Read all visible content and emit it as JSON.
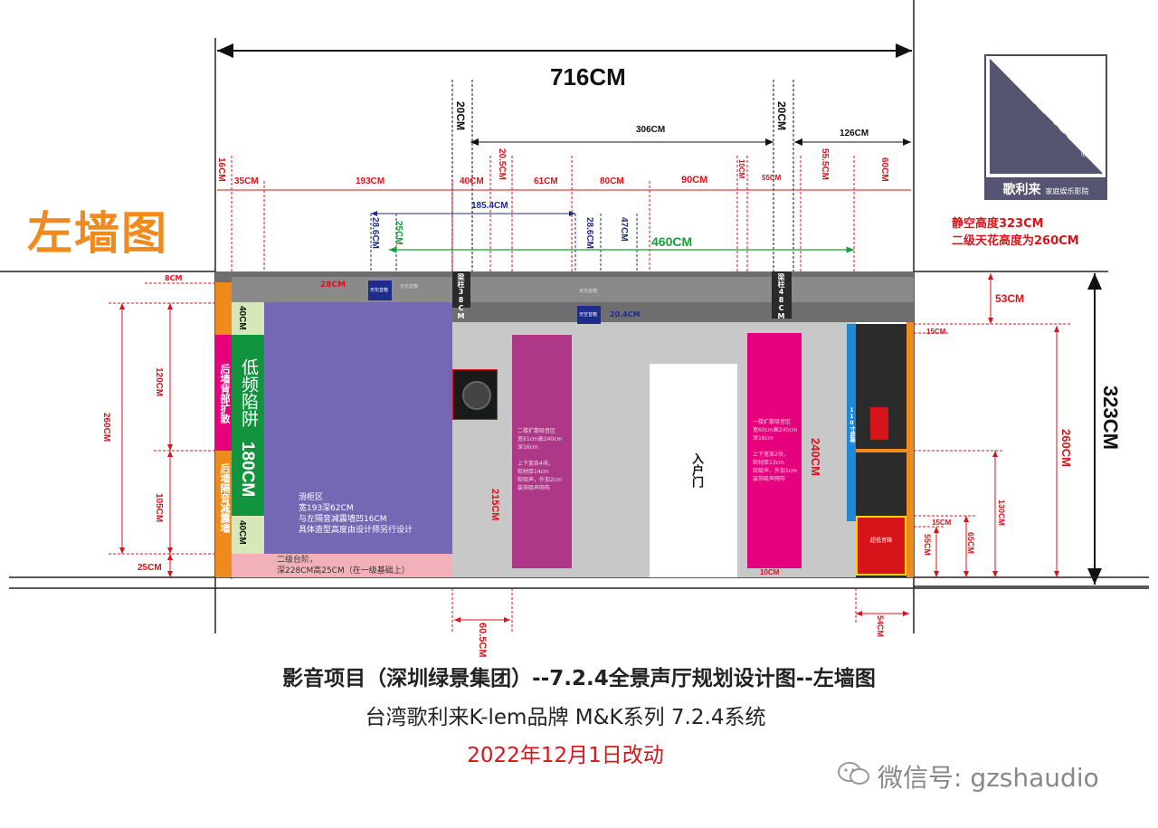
{
  "page_title": "左墙图",
  "top_dims": {
    "total_width": "716CM",
    "seg_306": "306CM",
    "seg_126": "126CM",
    "beam_20_left": "20CM",
    "beam_20_right": "20CM",
    "row": [
      "16CM",
      "35CM",
      "193CM",
      "40CM",
      "20.5CM",
      "61CM",
      "80CM",
      "90CM",
      "10CM",
      "55CM",
      "55.5CM",
      "60CM"
    ],
    "blue_185": "185.4CM",
    "blue_286_left": "28.6CM",
    "green_25": "25CM",
    "blue_286_right": "28.6CM",
    "blue_47": "47CM",
    "green_460": "460CM"
  },
  "ceiling_note": {
    "line1": "静空高度323CM",
    "line2": "二级天花高度为260CM"
  },
  "logo": {
    "mark": "K-LEM",
    "registered": "®",
    "brand_cn": "歌利来",
    "tagline": "家庭娱乐影院"
  },
  "wall": {
    "ceiling_strip_8": "8CM",
    "ceiling_28": "28CM",
    "ceiling_53": "53CM",
    "ceiling_speaker_label": "天花音箱",
    "ceiling_speaker_small": "天花音箱",
    "ceiling_speaker_right": "天空音箱",
    "ceiling_speaker_right_small": "天花音箱",
    "dim_204": "20.4CM",
    "beam_left": "梁柱38CM",
    "beam_right": "梁柱48CM",
    "rear_diffuse": "后墙背部扩散",
    "rear_absorb": "后墙隔音减震墙",
    "top_40": "40CM",
    "bottom_40": "40CM",
    "bass_trap": "低频陷阱",
    "bass_trap_h": "180CM",
    "left_260": "260CM",
    "left_120": "120CM",
    "left_105": "105CM",
    "left_25": "25CM",
    "sliding_zone": [
      "滑柜区",
      "宽193深62CM",
      "与左隔音减震墙凹16CM",
      "具体造型高度由设计师另行设计"
    ],
    "step": [
      "二级台阶，",
      "深228CM高25CM（在一级基础上）"
    ],
    "dim_215": "215CM",
    "panel1_text": [
      "二楼扩散吸音区",
      "宽61cm高240cm",
      "深16cm",
      "",
      "上下宽各4块，",
      "软材厚14cm",
      "软吸声，外加2cm",
      "装饰吸声网布"
    ],
    "door_label": "入户门",
    "panel2_text": [
      "一楼扩散吸音区",
      "宽60cm高240cm",
      "深16cm",
      "",
      "上下宽各2块，",
      "软材厚13cm",
      "软吸声，外加1cm",
      "装饰吸声网布"
    ],
    "dim_240": "240CM",
    "dim_10_bottom": "10CM",
    "screen_label": "110寸屏幕",
    "dim_15_top": "15CM",
    "dim_15_bottom": "15CM",
    "dim_55": "55CM",
    "dim_65": "65CM",
    "dim_130": "130CM",
    "dim_260_right": "260CM",
    "dim_323": "323CM",
    "dim_54": "54CM",
    "dim_605": "60.5CM",
    "center_speaker_label": "超低音箱"
  },
  "caption": {
    "line1": "影音项目（深圳绿景集团）--7.2.4全景声厅规划设计图--左墙图",
    "line2": "台湾歌利来K-lem品牌  M&K系列 7.2.4系统",
    "line3": "2022年12月1日改动"
  },
  "watermark": "微信号: gzshaudio",
  "colors": {
    "dim_red": "#d8141b",
    "dim_blue": "#1e2d8c",
    "dim_green": "#10a236",
    "ceiling_gray": "#6e6e6e",
    "wall_gray": "#c8c8c8",
    "purple_zone": "#7468b4",
    "green_trap": "#12943e",
    "magenta_panel": "#e6007e",
    "plum_panel": "#ad3887",
    "orange_edge": "#f08a1d",
    "pink_step": "#f2b1b9",
    "title_orange": "#f08a1d"
  }
}
